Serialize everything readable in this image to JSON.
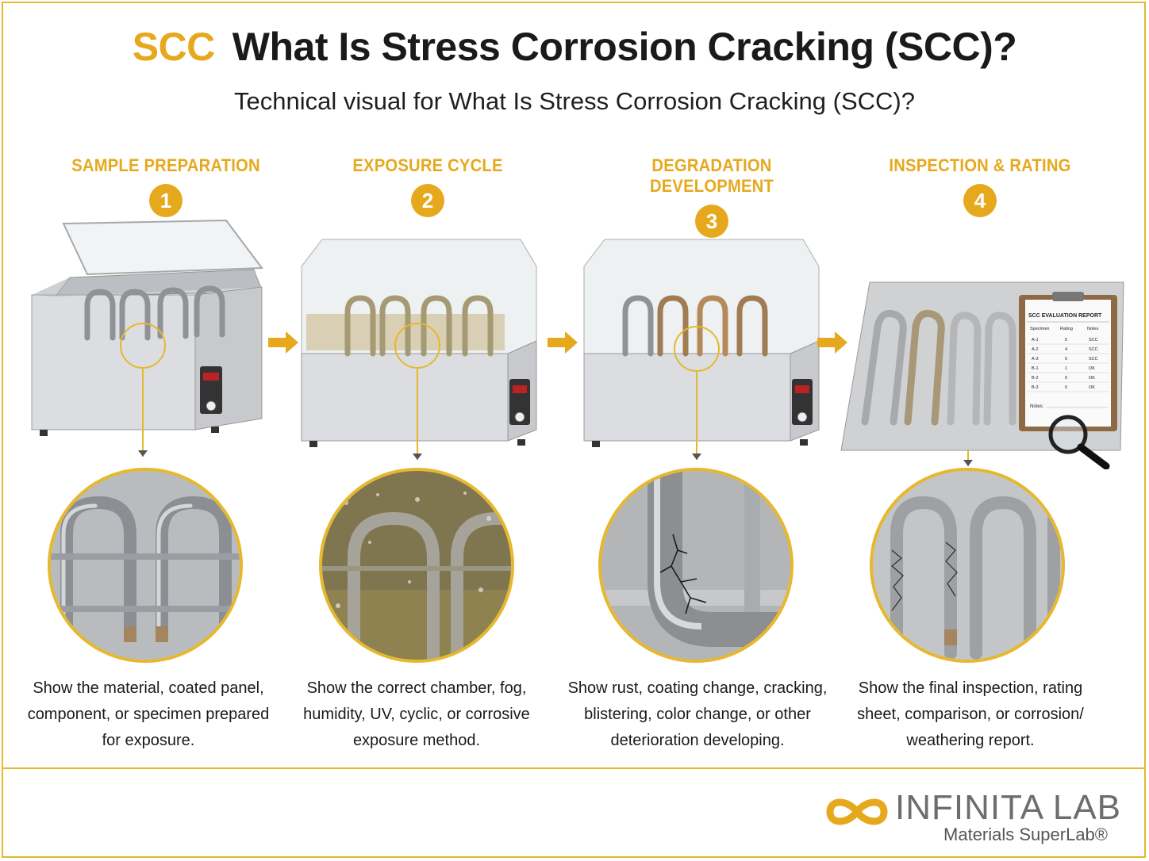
{
  "header": {
    "abbr": "SCC",
    "title": "What Is Stress Corrosion Cracking (SCC)?",
    "subtitle": "Technical visual for What Is Stress Corrosion Cracking (SCC)?"
  },
  "steps": [
    {
      "number": "1",
      "title": "SAMPLE PREPARATION",
      "caption": "Show the material, coated panel, component, or specimen prepared for exposure."
    },
    {
      "number": "2",
      "title": "EXPOSURE CYCLE",
      "caption": "Show the correct chamber, fog, humidity, UV, cyclic, or corrosive exposure method."
    },
    {
      "number": "3",
      "title": "DEGRADATION DEVELOPMENT",
      "caption": "Show rust, coating change, cracking, blistering, color change, or other deterioration developing."
    },
    {
      "number": "4",
      "title": "INSPECTION & RATING",
      "caption": "Show the final inspection, rating sheet, comparison, or corrosion/ weathering report."
    }
  ],
  "report": {
    "title": "SCC EVALUATION REPORT",
    "headers": [
      "Specimen",
      "Rating",
      "Notes"
    ],
    "rows": [
      [
        "A-1",
        "5",
        "SCC"
      ],
      [
        "A-2",
        "4",
        "SCC"
      ],
      [
        "A-3",
        "5",
        "SCC"
      ],
      [
        "B-1",
        "1",
        "OK"
      ],
      [
        "B-2",
        "0",
        "OK"
      ],
      [
        "B-3",
        "0",
        "OK"
      ]
    ],
    "notes_label": "Notes:"
  },
  "brand": {
    "name": "INFINITA LAB",
    "tagline": "Materials SuperLab®",
    "accent": "#e6a91e"
  }
}
